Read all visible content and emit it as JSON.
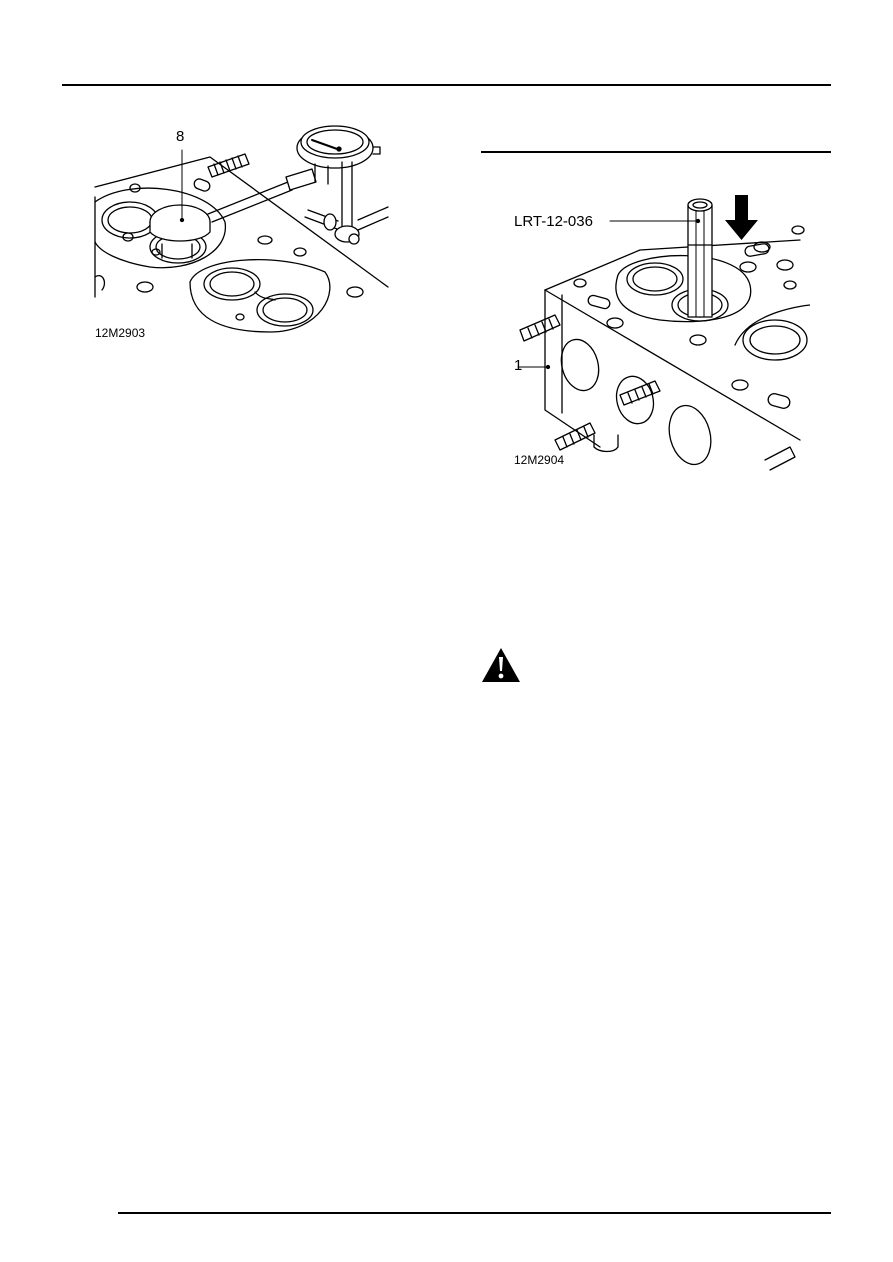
{
  "figure_left": {
    "callout_8": "8",
    "code": "12M2903"
  },
  "figure_right": {
    "tool_label": "LRT-12-036",
    "callout_1": "1",
    "code": "12M2904"
  },
  "icons": {
    "warning": "warning-triangle-icon",
    "arrow": "arrow-down-icon"
  }
}
